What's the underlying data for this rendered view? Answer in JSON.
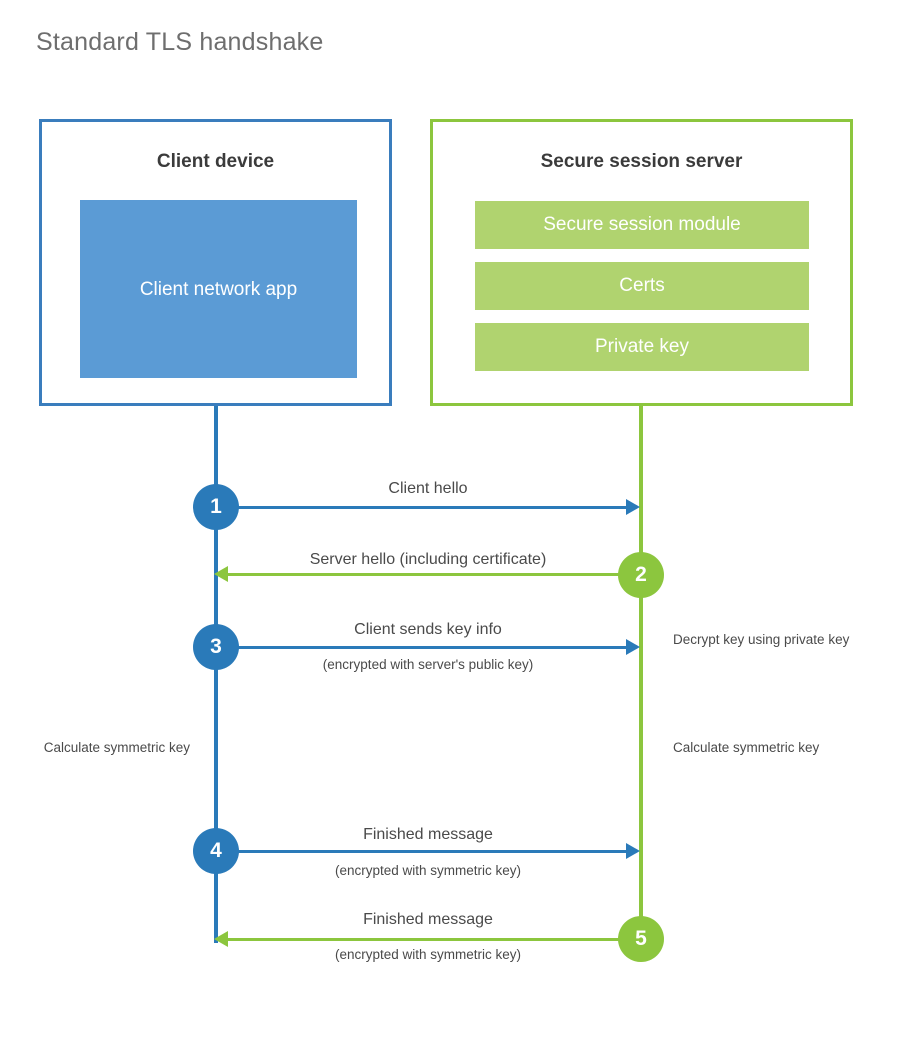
{
  "title": "Standard TLS handshake",
  "colors": {
    "client_blue": "#2a7ab9",
    "client_box_border": "#3a7dbd",
    "client_app_fill": "#5b9bd5",
    "server_green": "#8cc63e",
    "server_bar_fill": "#b0d36f",
    "text_dark": "#4a4a4a",
    "title_gray": "#6e6e6e",
    "background": "#ffffff"
  },
  "client": {
    "title": "Client device",
    "app_label": "Client network app"
  },
  "server": {
    "title": "Secure session server",
    "components": [
      {
        "label": "Secure session module"
      },
      {
        "label": "Certs"
      },
      {
        "label": "Private key"
      }
    ]
  },
  "steps": [
    {
      "number": "1",
      "side": "client",
      "direction": "client-to-server",
      "label": "Client hello",
      "sublabel": ""
    },
    {
      "number": "2",
      "side": "server",
      "direction": "server-to-client",
      "label": "Server hello (including certificate)",
      "sublabel": ""
    },
    {
      "number": "3",
      "side": "client",
      "direction": "client-to-server",
      "label": "Client sends key info",
      "sublabel": "(encrypted with server's public key)"
    },
    {
      "number": "4",
      "side": "client",
      "direction": "client-to-server",
      "label": "Finished message",
      "sublabel": "(encrypted with symmetric key)"
    },
    {
      "number": "5",
      "side": "server",
      "direction": "server-to-client",
      "label": "Finished message",
      "sublabel": "(encrypted with symmetric key)"
    }
  ],
  "notes": {
    "server_decrypt": "Decrypt key using private key",
    "client_calculate": "Calculate symmetric key",
    "server_calculate": "Calculate symmetric key"
  }
}
